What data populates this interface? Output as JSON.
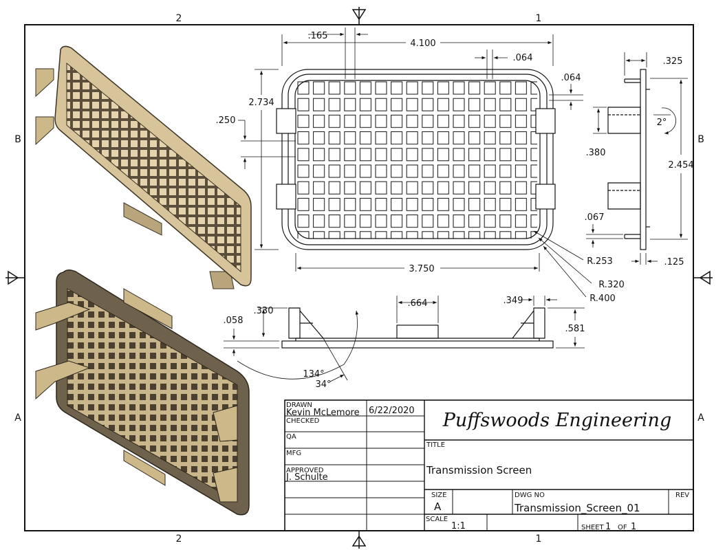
{
  "border": {
    "zones_top": [
      "2",
      "1"
    ],
    "zones_bottom": [
      "2",
      "1"
    ],
    "zones_left": [
      "B",
      "A"
    ],
    "zones_right": [
      "B",
      "A"
    ]
  },
  "dimensions": {
    "front": {
      "overall_width": "4.100",
      "inner_width": "3.750",
      "height": "2.734",
      "offset_top": ".165",
      "rib_width": ".064",
      "frame_gap": ".064",
      "tab_height": ".250",
      "radius_inner": "R.253",
      "radius_mid": "R.320",
      "radius_outer": "R.400"
    },
    "side": {
      "flange": ".325",
      "angle": "2°",
      "clip_gap": ".380",
      "span": "2.454",
      "plate": ".067",
      "thickness": ".125"
    },
    "bottom": {
      "lip": ".058",
      "clip_height": ".330",
      "boss_width": ".664",
      "clip_width": ".349",
      "height": ".581",
      "angle_large": "134°",
      "angle_small": "34°"
    }
  },
  "title_block": {
    "drawn_label": "DRAWN",
    "drawn_name": "Kevin McLemore",
    "drawn_date": "6/22/2020",
    "checked_label": "CHECKED",
    "qa_label": "QA",
    "mfg_label": "MFG",
    "approved_label": "APPROVED",
    "approved_name": "J. Schulte",
    "company": "Puffswoods Engineering",
    "title_label": "TITLE",
    "title": "Transmission Screen",
    "size_label": "SIZE",
    "size": "A",
    "dwg_label": "DWG NO",
    "dwg_no": "Transmission_Screen_01",
    "rev_label": "REV",
    "rev": "",
    "scale_label": "SCALE",
    "scale": "1:1",
    "sheet_label": "SHEET",
    "sheet_num": "1",
    "of_label": "OF",
    "sheet_total": "1"
  },
  "colors": {
    "part_light": "#d8c49a",
    "part_dark": "#6e624c",
    "line": "#111111"
  }
}
